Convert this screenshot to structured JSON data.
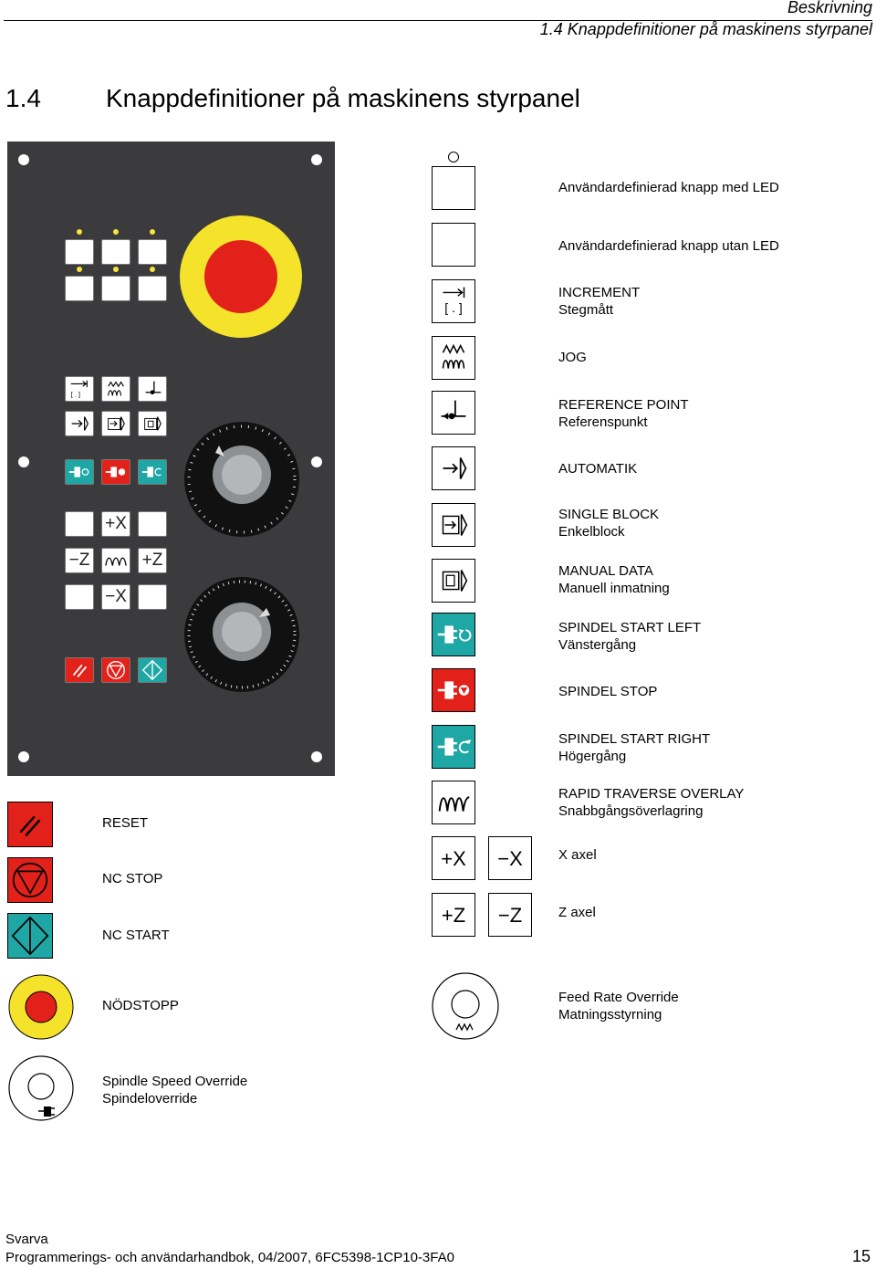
{
  "header": {
    "section": "Beskrivning",
    "subsection": "1.4 Knappdefinitioner på maskinens styrpanel"
  },
  "title": {
    "number": "1.4",
    "text": "Knappdefinitioner på maskinens styrpanel"
  },
  "legend_right": [
    {
      "line1": "Användardefinierad knapp med LED",
      "line2": ""
    },
    {
      "line1": "Användardefinierad knapp utan LED",
      "line2": ""
    },
    {
      "line1": "INCREMENT",
      "line2": "Stegmått"
    },
    {
      "line1": "JOG",
      "line2": ""
    },
    {
      "line1": "REFERENCE POINT",
      "line2": "Referenspunkt"
    },
    {
      "line1": "AUTOMATIK",
      "line2": ""
    },
    {
      "line1": "SINGLE BLOCK",
      "line2": "Enkelblock"
    },
    {
      "line1": "MANUAL DATA",
      "line2": "Manuell inmatning"
    },
    {
      "line1": "SPINDEL START LEFT",
      "line2": "Vänstergång"
    },
    {
      "line1": "SPINDEL STOP",
      "line2": ""
    },
    {
      "line1": "SPINDEL START RIGHT",
      "line2": "Högergång"
    },
    {
      "line1": "RAPID TRAVERSE OVERLAY",
      "line2": "Snabbgångsöverlagring"
    },
    {
      "line1": "X axel",
      "line2": ""
    },
    {
      "line1": "Z axel",
      "line2": ""
    },
    {
      "line1": "Feed Rate Override",
      "line2": "Matningsstyrning"
    }
  ],
  "legend_left": [
    {
      "line1": "RESET",
      "line2": ""
    },
    {
      "line1": "NC STOP",
      "line2": ""
    },
    {
      "line1": "NC START",
      "line2": ""
    },
    {
      "line1": "NÖDSTOPP",
      "line2": ""
    },
    {
      "line1": "Spindle Speed Override",
      "line2": "Spindeloverride"
    }
  ],
  "axis_keys": {
    "plus_x": "+X",
    "minus_x": "−X",
    "plus_z": "+Z",
    "minus_z": "−Z"
  },
  "increment_symbol": "[ . ]",
  "footer": {
    "product": "Svarva",
    "manual": "Programmerings- och användarhandbok, 04/2007, 6FC5398-1CP10-3FA0",
    "page": "15"
  },
  "colors": {
    "panel": "#3b3b3d",
    "teal": "#1fa7a6",
    "red": "#e3211b",
    "yellow": "#f4e32a"
  }
}
